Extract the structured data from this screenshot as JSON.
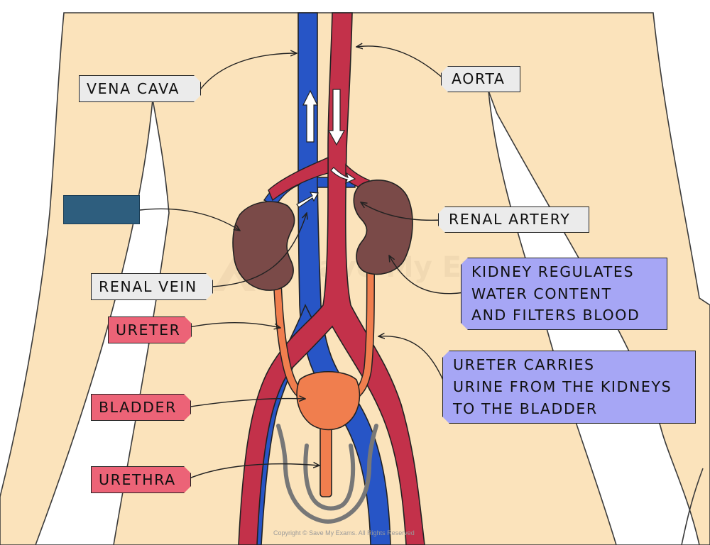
{
  "labels": {
    "vena_cava": "VENA CAVA",
    "aorta": "AORTA",
    "renal_artery": "RENAL ARTERY",
    "renal_vein": "RENAL VEIN",
    "ureter": "URETER",
    "bladder": "BLADDER",
    "urethra": "URETHRA"
  },
  "info": {
    "kidney": [
      "KIDNEY REGULATES",
      "WATER CONTENT",
      "AND FILTERS BLOOD"
    ],
    "ureter": [
      "URETER CARRIES",
      "URINE FROM THE KIDNEYS",
      "TO THE BLADDER"
    ]
  },
  "watermark": "Save My Exams",
  "copyright": "Copyright © Save My Exams. All Rights Reserved",
  "colors": {
    "skin": "#fbe3bb",
    "vein_blue": "#2755c6",
    "artery_red": "#c3314a",
    "kidney": "#7a4a48",
    "ureter_orange": "#f07e4e",
    "label_grey": "#ebebeb",
    "label_red": "#ec6377",
    "info_purple": "#a6a6f5",
    "blank_box": "#2e5e7e"
  }
}
